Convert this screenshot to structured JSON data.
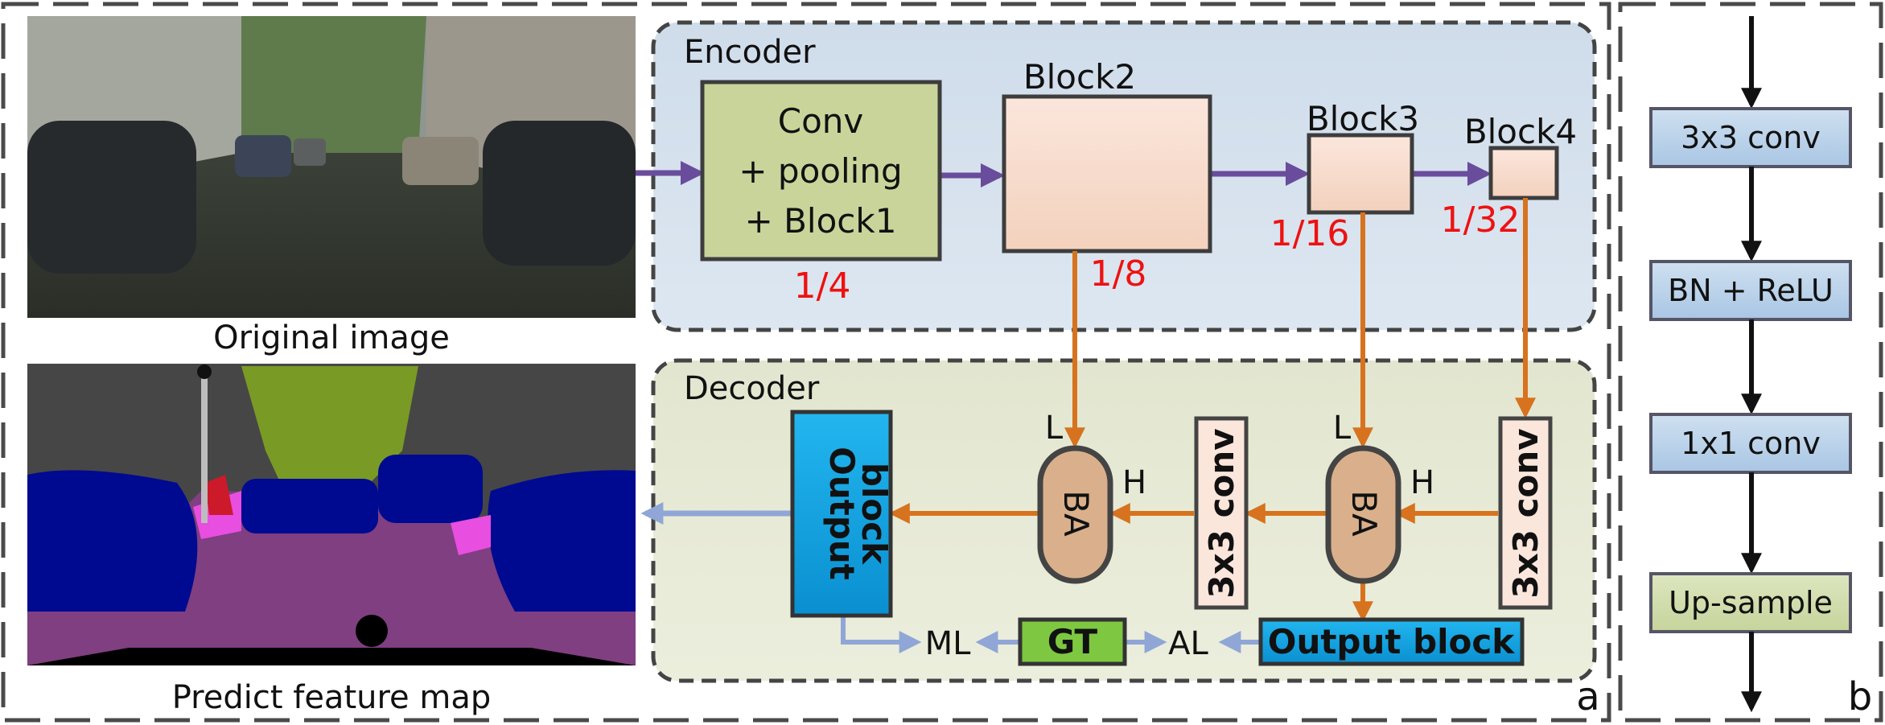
{
  "panel_a": {
    "image_caption_top": "Original image",
    "image_caption_bottom": "Predict feature map",
    "corner_label": "a",
    "encoder": {
      "title": "Encoder",
      "block1_lines": [
        "Conv",
        "+ pooling",
        "+ Block1"
      ],
      "block1_scale": "1/4",
      "block2_label": "Block2",
      "block2_scale": "1/8",
      "block3_label": "Block3",
      "block3_scale": "1/16",
      "block4_label": "Block4",
      "block4_scale": "1/32"
    },
    "decoder": {
      "title": "Decoder",
      "output_block_left_lines": [
        "Output",
        "block"
      ],
      "ba_label": "BA",
      "conv_label": "3x3 conv",
      "low_label": "L",
      "high_label": "H",
      "output_block_bottom": "Output block",
      "gt_label": "GT",
      "ml_label": "ML",
      "al_label": "AL"
    }
  },
  "panel_b": {
    "corner_label": "b",
    "steps": [
      "3x3 conv",
      "BN + ReLU",
      "1x1 conv",
      "Up-sample"
    ]
  },
  "colors": {
    "purple_arrow": "#6a4c9c",
    "orange_arrow": "#d7731e",
    "blue_arrow": "#8fa6d6",
    "encoder_bg": "#d6e2ee",
    "decoder_bg": "#e6e9d6",
    "block1_fill": "#c9d49b",
    "block_peach": "#f7dccd",
    "ba_fill": "#d9b08b",
    "cyan_block": "#12a7e3",
    "gt_green": "#7dc840",
    "red_scale": "#ee1111"
  }
}
